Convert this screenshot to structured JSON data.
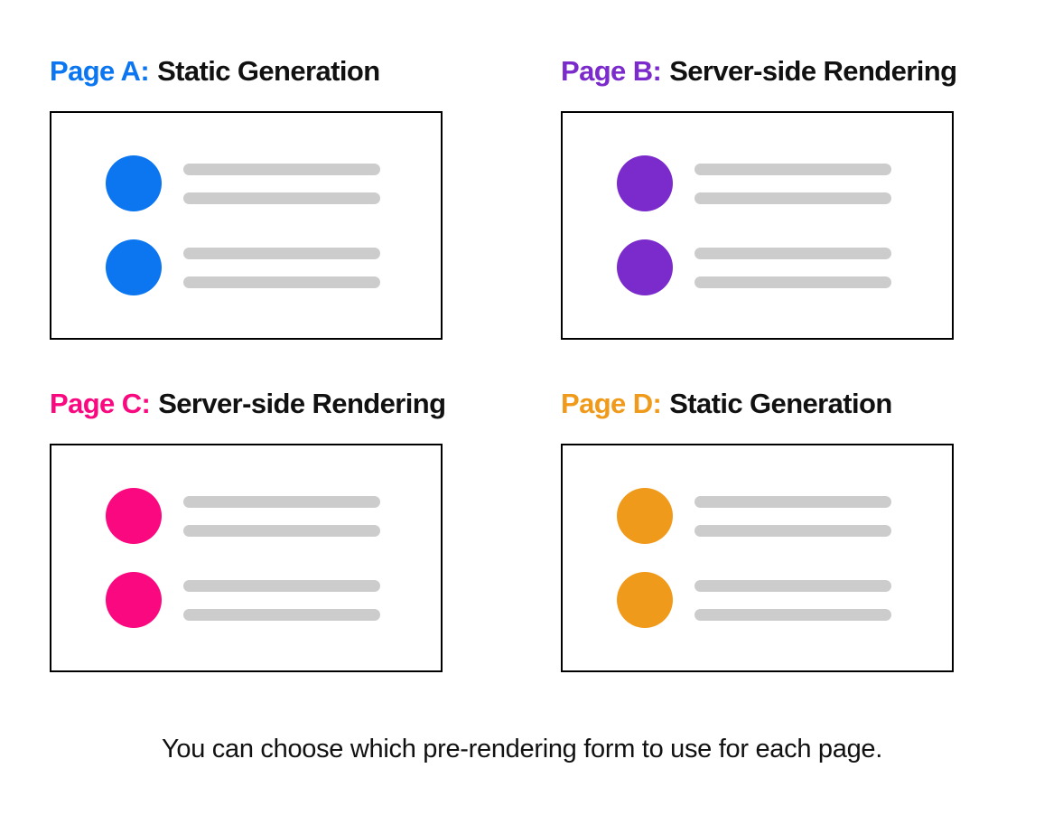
{
  "page": {
    "background": "#ffffff",
    "border_color": "#000000",
    "bar_color": "#cccccc",
    "caption": "You can choose which pre-rendering form to use for each page."
  },
  "panels": [
    {
      "label": "Page A:",
      "method": "Static Generation",
      "color": "#0b76f0"
    },
    {
      "label": "Page B:",
      "method": "Server-side Rendering",
      "color": "#7b2bcb"
    },
    {
      "label": "Page C:",
      "method": "Server-side Rendering",
      "color": "#f9087f"
    },
    {
      "label": "Page D:",
      "method": "Static Generation",
      "color": "#f09a1b"
    }
  ]
}
